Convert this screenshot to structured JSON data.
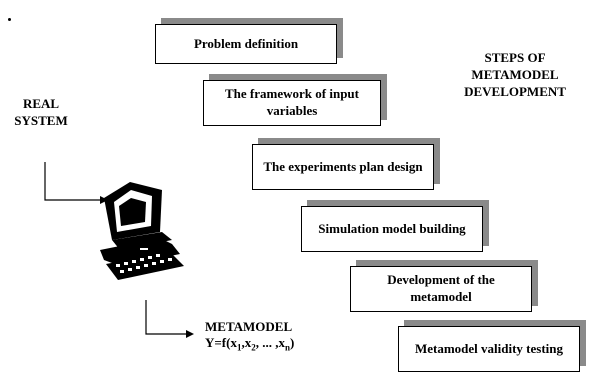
{
  "steps": [
    "Problem definition",
    "The framework of input variables",
    "The experiments plan design",
    "Simulation model building",
    "Development of the metamodel",
    "Metamodel validity testing"
  ],
  "title": "STEPS OF METAMODEL DEVELOPMENT",
  "real_system": "REAL SYSTEM",
  "metamodel": "METAMODEL",
  "formula": {
    "lhs": "Y=f(x",
    "s1": "1",
    "sep1": ",x",
    "s2": "2",
    "mid": ", ... ,x",
    "sn": "n",
    "end": ")"
  }
}
